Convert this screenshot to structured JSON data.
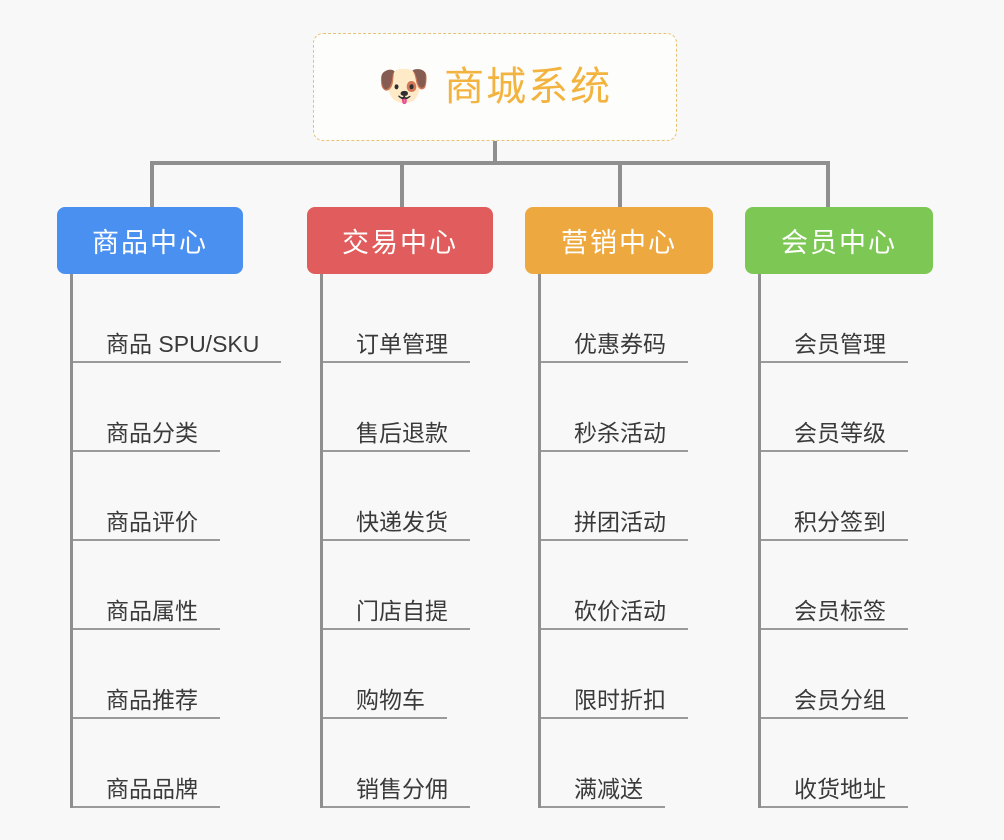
{
  "page": {
    "background": "#f8f8f8",
    "line_color": "#8f8f8f"
  },
  "root": {
    "icon": "shiba-dog-face-emoji",
    "emoji": "🐶",
    "title": "商城系统",
    "title_color": "#f3b33f",
    "border_color": "#e8c273"
  },
  "columns": [
    {
      "header": "商品中心",
      "color": "#4a90f0",
      "items": [
        "商品 SPU/SKU",
        "商品分类",
        "商品评价",
        "商品属性",
        "商品推荐",
        "商品品牌"
      ]
    },
    {
      "header": "交易中心",
      "color": "#e15c5c",
      "items": [
        "订单管理",
        "售后退款",
        "快递发货",
        "门店自提",
        "购物车",
        "销售分佣"
      ]
    },
    {
      "header": "营销中心",
      "color": "#eda93f",
      "items": [
        "优惠券码",
        "秒杀活动",
        "拼团活动",
        "砍价活动",
        "限时折扣",
        "满减送"
      ]
    },
    {
      "header": "会员中心",
      "color": "#7dc855",
      "items": [
        "会员管理",
        "会员等级",
        "积分签到",
        "会员标签",
        "会员分组",
        "收货地址"
      ]
    }
  ]
}
